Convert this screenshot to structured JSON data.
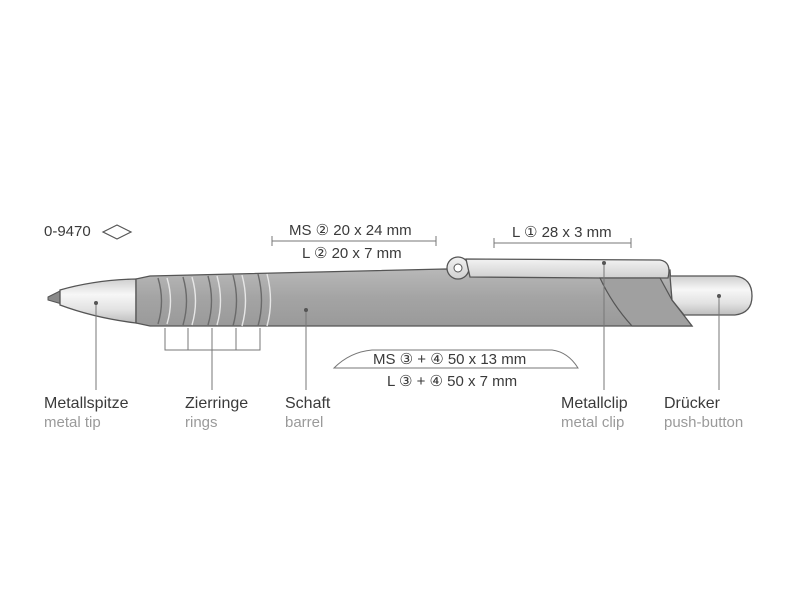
{
  "product": {
    "article_number": "0-9470"
  },
  "dimensions": {
    "ms_2": "MS ② 20 x 24 mm",
    "l_2": "L ② 20 x 7 mm",
    "l_1": "L ① 28 x 3 mm",
    "ms_34": "MS ③ + ④ 50 x 13 mm",
    "l_34": "L ③ + ④ 50 x 7 mm"
  },
  "parts": [
    {
      "de": "Metallspitze",
      "en": "metal tip"
    },
    {
      "de": "Zierringe",
      "en": "rings"
    },
    {
      "de": "Schaft",
      "en": "barrel"
    },
    {
      "de": "Metallclip",
      "en": "metal clip"
    },
    {
      "de": "Drücker",
      "en": "push-button"
    }
  ],
  "colors": {
    "barrel": "#a9a9a9",
    "outline": "#555555",
    "metal": "#e6e6e6",
    "text": "#3a3a3a",
    "subtext": "#9a9a9a"
  }
}
